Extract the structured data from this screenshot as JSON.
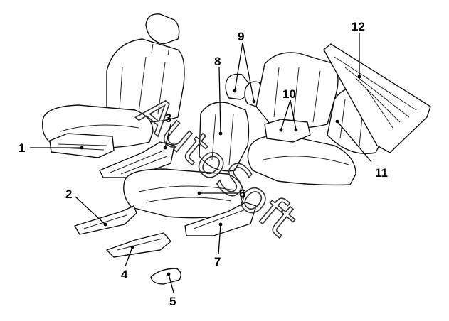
{
  "figure": {
    "callouts": [
      "1",
      "2",
      "3",
      "4",
      "5",
      "6",
      "7",
      "8",
      "9",
      "10",
      "11",
      "12"
    ]
  },
  "watermark": {
    "text": "AutoSoft"
  }
}
